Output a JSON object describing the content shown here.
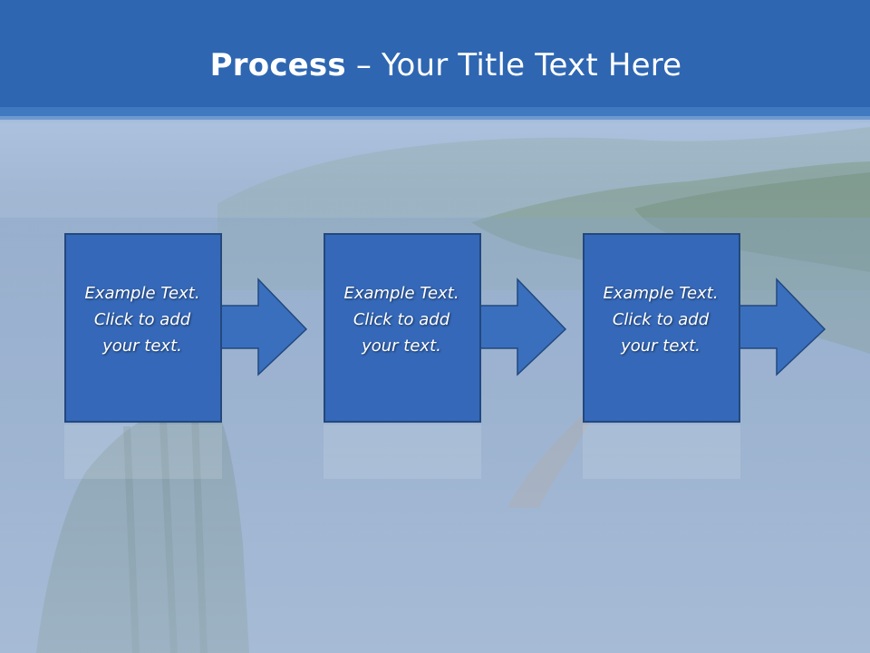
{
  "slide": {
    "title_bold": "Process",
    "title_separator": " – ",
    "title_rest": "Your Title Text Here"
  },
  "colors": {
    "header_blue": "#2f6bb5",
    "box_fill": "#3568b8",
    "box_border": "#22487e",
    "arrow_fill": "#3a6fbd"
  },
  "steps": [
    {
      "lines": [
        "Example Text.",
        "Click  to add",
        "your text."
      ]
    },
    {
      "lines": [
        "Example Text.",
        "Click  to add",
        "your text."
      ]
    },
    {
      "lines": [
        "Example Text.",
        "Click  to add",
        "your text."
      ]
    }
  ]
}
